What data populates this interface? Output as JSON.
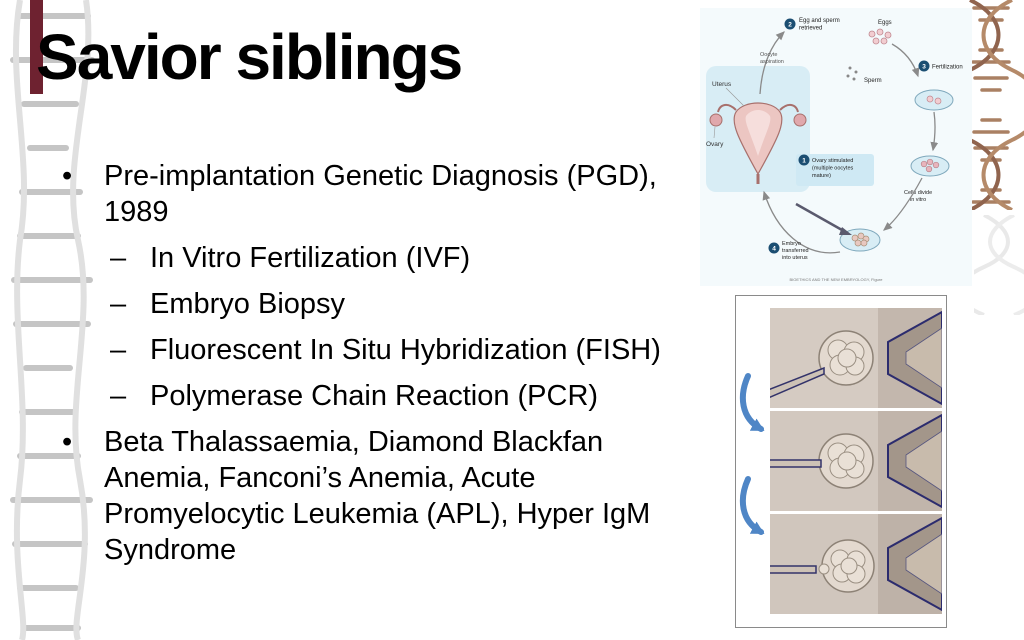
{
  "slide": {
    "title": "Savior siblings"
  },
  "bullets": [
    {
      "marker": "•",
      "text": "Pre-implantation Genetic Diagnosis (PGD), 1989"
    },
    {
      "marker": "–",
      "text": "In Vitro Fertilization (IVF)"
    },
    {
      "marker": "–",
      "text": "Embryo Biopsy"
    },
    {
      "marker": "–",
      "text": "Fluorescent In Situ Hybridization (FISH)"
    },
    {
      "marker": "–",
      "text": "Polymerase Chain Reaction (PCR)"
    },
    {
      "marker": "•",
      "text": "Beta Thalassaemia, Diamond Blackfan Anemia, Fanconi’s Anemia, Acute Promyelocytic Leukemia (APL), Hyper IgM Syndrome"
    }
  ],
  "ivf": {
    "step1_num": "1",
    "step1_l1": "Ovary stimulated",
    "step1_l2": "(multiple oocytes",
    "step1_l3": "mature)",
    "step2_num": "2",
    "step2_l1": "Egg and sperm",
    "step2_l2": "retrieved",
    "step3_num": "3",
    "step3_label": "Fertilization",
    "step4_num": "4",
    "step4_l1": "Embryo",
    "step4_l2": "transferred",
    "step4_l3": "into uterus",
    "eggs": "Eggs",
    "sperm": "Sperm",
    "uterus": "Uterus",
    "ovary": "Ovary",
    "oocyte_l1": "Oocyte",
    "oocyte_l2": "aspiration",
    "cells_l1": "Cells divide",
    "cells_l2": "in vitro",
    "caption": "BIOETHICS AND THE NEW EMBRYOLOGY, Figure"
  },
  "colors": {
    "accent_bar": "#6e2230",
    "arrow_blue": "#4f86c6",
    "step_marker": "#1b4e72"
  }
}
